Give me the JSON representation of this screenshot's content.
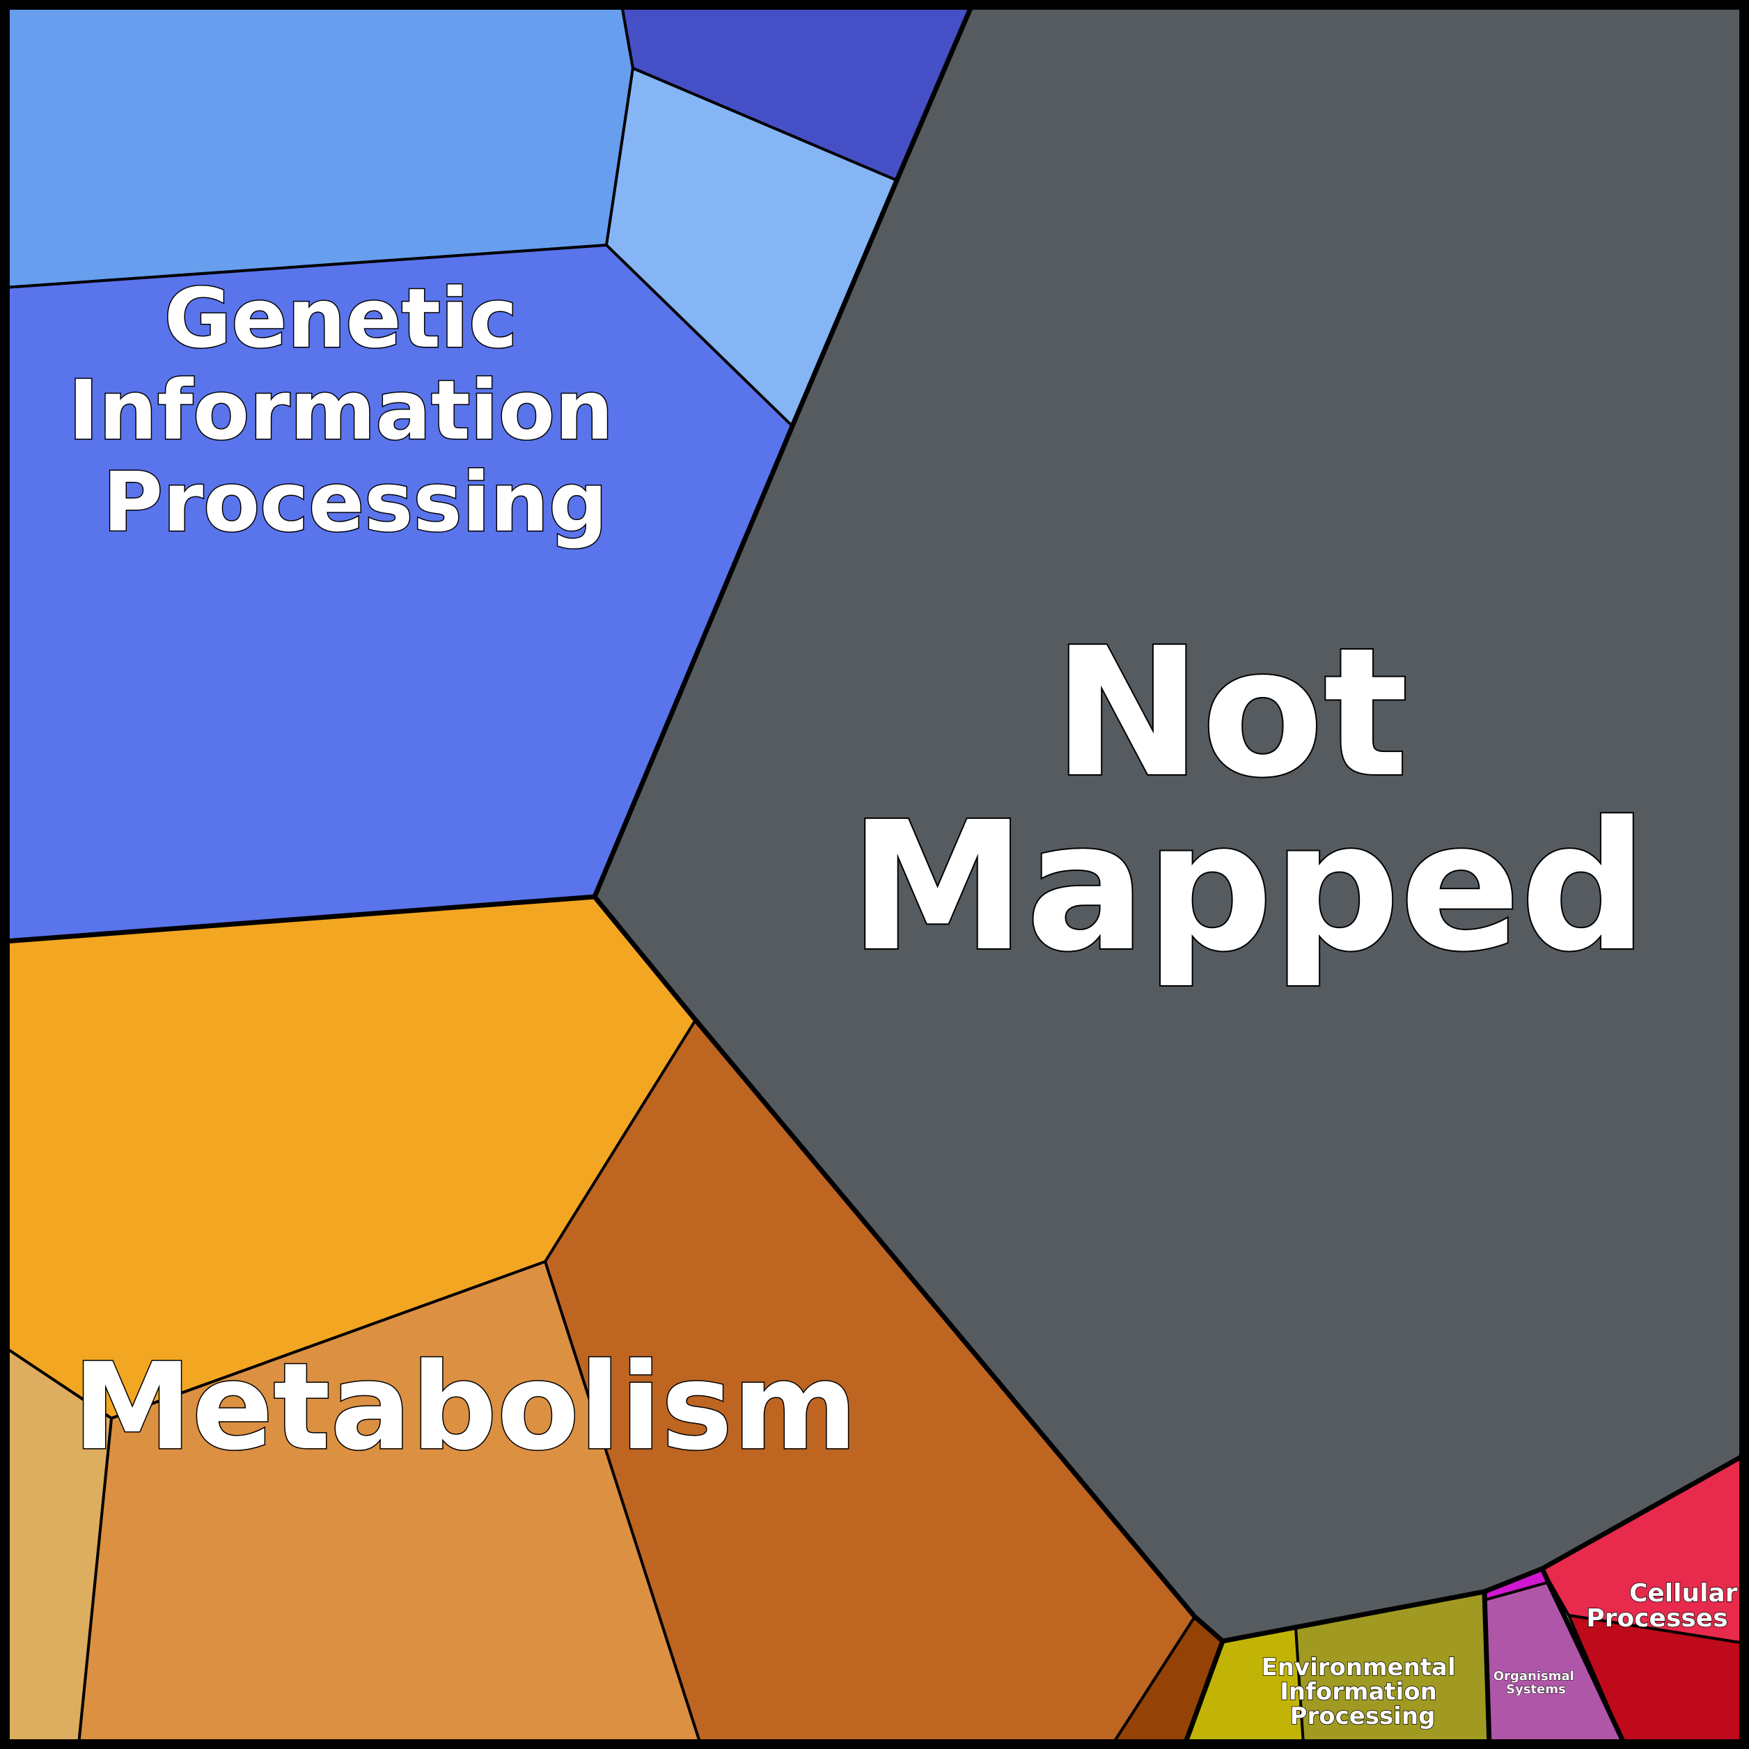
{
  "chart_data": {
    "type": "voronoi-treemap",
    "title": "",
    "groups": [
      {
        "name": "Genetic Information Processing",
        "label_lines": [
          "Genetic",
          "Information",
          "Processing"
        ],
        "color": "#5A74EC",
        "subcells": [
          {
            "color": "#679EEE"
          },
          {
            "color": "#4650C6"
          },
          {
            "color": "#85B5F5"
          },
          {
            "color": "#5A74EC"
          }
        ]
      },
      {
        "name": "Not Mapped",
        "label_lines": [
          "Not",
          "Mapped"
        ],
        "color": "#565B60",
        "subcells": [
          {
            "color": "#565B60"
          }
        ]
      },
      {
        "name": "Metabolism",
        "label_lines": [
          "Metabolism"
        ],
        "color": "#F2A622",
        "subcells": [
          {
            "color": "#F2A622"
          },
          {
            "color": "#BE6522"
          },
          {
            "color": "#DC9042"
          },
          {
            "color": "#DDAD60"
          },
          {
            "color": "#944205"
          }
        ]
      },
      {
        "name": "Environmental Information Processing",
        "label_lines": [
          "Environmental",
          "Information",
          "Processing"
        ],
        "color": "#A09A22",
        "subcells": [
          {
            "color": "#C2B407"
          },
          {
            "color": "#A09A22"
          }
        ]
      },
      {
        "name": "Organismal Systems",
        "label_lines": [
          "Organismal",
          "Systems"
        ],
        "color": "#B056A8",
        "subcells": [
          {
            "color": "#B056A8"
          },
          {
            "color": "#D018D0"
          }
        ]
      },
      {
        "name": "Cellular Processes",
        "label_lines": [
          "Cellular",
          "Processes"
        ],
        "color": "#E82A4C",
        "subcells": [
          {
            "color": "#E82A4C"
          },
          {
            "color": "#BE0A1A"
          }
        ]
      }
    ]
  }
}
